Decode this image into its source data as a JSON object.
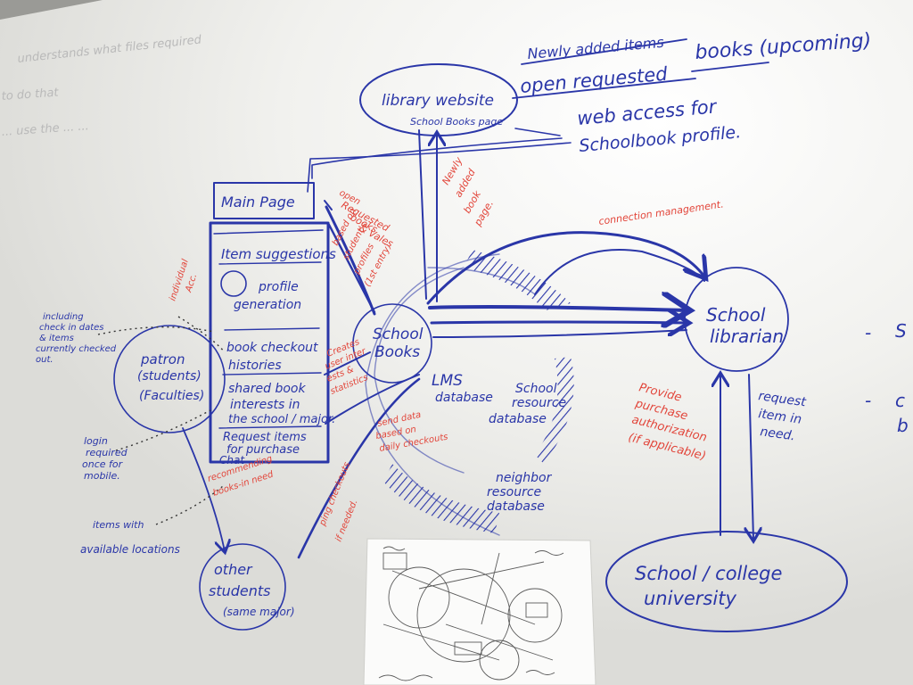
{
  "ghost": {
    "line1": "understands what files required",
    "line2": "to do that",
    "line3": "... use the ... ..."
  },
  "library": {
    "title": "library website",
    "sub": "School Books page",
    "newly": "Newly added items",
    "requested": "open requested",
    "books": "books (upcoming)",
    "web1": "web access for",
    "web2": "Schoolbook profile."
  },
  "main_page": "Main Page",
  "panel": {
    "item1": "Item suggestions",
    "item2a": "profile",
    "item2b": "generation",
    "item3a": "book checkout",
    "item3b": "histories",
    "item4a": "shared book",
    "item4b": "interests in",
    "item4c": "the school / major.",
    "item5a": "Request items",
    "item5b": "for purchase",
    "item5c": "Chat"
  },
  "hub": {
    "line1": "School",
    "line2": "Books"
  },
  "lms": {
    "line1": "LMS",
    "line2": "database"
  },
  "school_resource": {
    "line1": "School",
    "line2": "resource",
    "line3": "database"
  },
  "neighbor": {
    "line1": "neighbor",
    "line2": "resource",
    "line3": "database"
  },
  "librarian": {
    "line1": "School",
    "line2": "librarian"
  },
  "patron": {
    "line1": "patron",
    "line2": "(students)",
    "line3": "(Faculties)"
  },
  "other": {
    "line1": "other",
    "line2": "students",
    "line3": "(same major)"
  },
  "university": {
    "line1": "School / college",
    "line2": "university"
  },
  "blue_notes": {
    "including1": "including",
    "including2": "check in dates",
    "including3": "& items",
    "including4": "currently checked",
    "including5": "out.",
    "login1": "login",
    "login2": "required",
    "login3": "once for",
    "login4": "mobile.",
    "items1": "items with",
    "items2": "available locations",
    "request1": "request",
    "request2": "item in",
    "request3": "need."
  },
  "red_notes": {
    "open1": "open",
    "open2": "Requested",
    "open3": "books",
    "open4": "& Vales",
    "newly1": "Newly",
    "newly2": "added",
    "newly3": "book",
    "newly4": "page.",
    "based1": "based on",
    "based2": "student's",
    "based3": "profiles",
    "based4": "(1st entry)",
    "individual1": "individual",
    "individual2": "Acc.",
    "creates1": "Creates",
    "creates2": "user inter",
    "creates3": "ests &",
    "creates4": "statistics",
    "send1": "send data",
    "send2": "based on",
    "send3": "daily checkouts",
    "recommend1": "recommending",
    "recommend2": "books-in need",
    "ping1": "ping checkouts",
    "ping2": "if needed.",
    "connection": "connection management.",
    "provide1": "Provide",
    "provide2": "purchase",
    "provide3": "authorization",
    "provide4": "(if applicable)"
  },
  "right_edge": {
    "dash1": "-",
    "s": "S",
    "dash2": "-",
    "c": "c",
    "b": "b"
  }
}
